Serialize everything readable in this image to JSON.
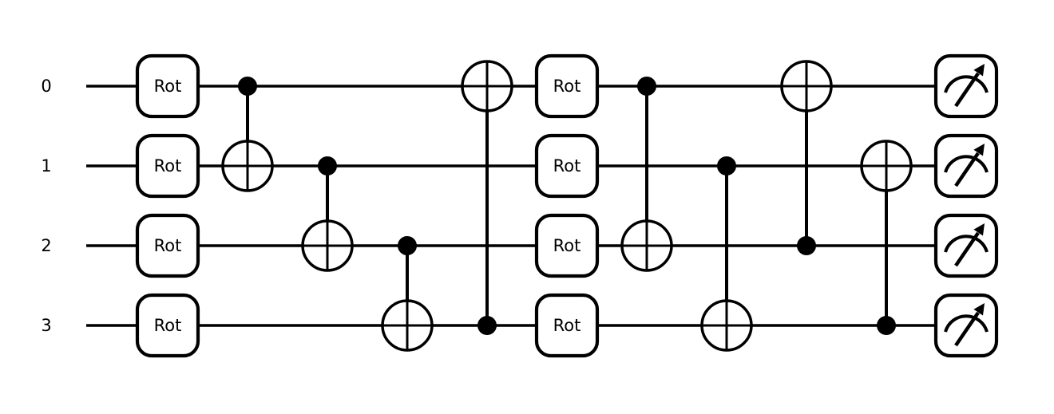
{
  "figure": {
    "background_color": "#ffffff",
    "ink_color": "#000000",
    "gate_fill_color": "#ffffff"
  },
  "circuit": {
    "num_wires": 4,
    "wire_labels": [
      "0",
      "1",
      "2",
      "3"
    ],
    "rot_gate_label": "Rot",
    "columns": [
      {
        "type": "rot",
        "wires": [
          0,
          1,
          2,
          3
        ]
      },
      {
        "type": "cnot",
        "control": 0,
        "target": 1
      },
      {
        "type": "cnot",
        "control": 1,
        "target": 2
      },
      {
        "type": "cnot",
        "control": 2,
        "target": 3
      },
      {
        "type": "cnot",
        "control": 3,
        "target": 0
      },
      {
        "type": "rot",
        "wires": [
          0,
          1,
          2,
          3
        ]
      },
      {
        "type": "cnot",
        "control": 0,
        "target": 2
      },
      {
        "type": "cnot",
        "control": 1,
        "target": 3
      },
      {
        "type": "cnot",
        "control": 2,
        "target": 0
      },
      {
        "type": "cnot",
        "control": 3,
        "target": 1
      },
      {
        "type": "measure",
        "wires": [
          0,
          1,
          2,
          3
        ]
      }
    ]
  }
}
